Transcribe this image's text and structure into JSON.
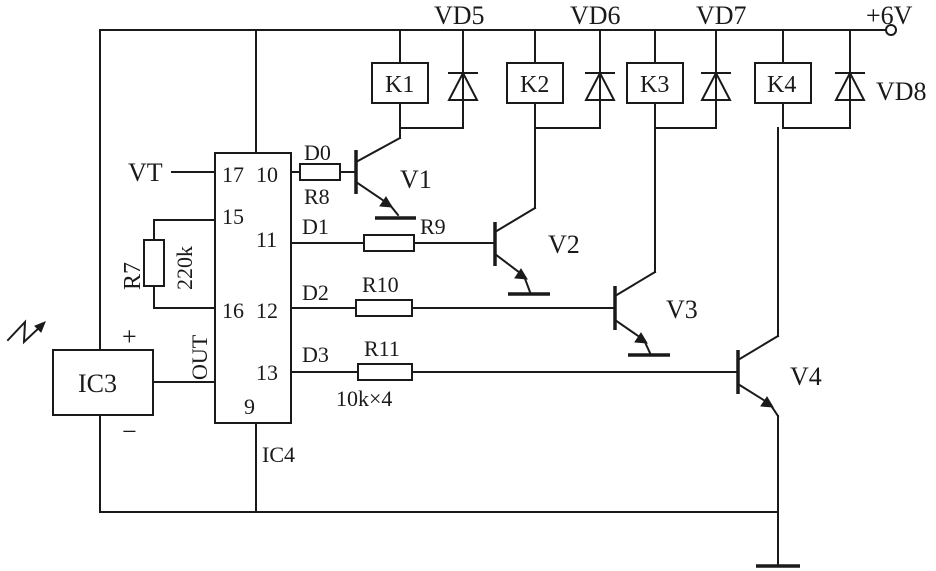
{
  "supply": "+6V",
  "diodes": [
    "VD5",
    "VD6",
    "VD7",
    "VD8"
  ],
  "relays": [
    "K1",
    "K2",
    "K3",
    "K4"
  ],
  "transistors": [
    "V1",
    "V2",
    "V3",
    "V4"
  ],
  "resistors": {
    "r7": "R7",
    "r7_value": "220k",
    "r8": "R8",
    "r9": "R9",
    "r10": "R10",
    "r11": "R11",
    "base_value": "10k×4"
  },
  "signals": [
    "D0",
    "D1",
    "D2",
    "D3"
  ],
  "ic3": {
    "label": "IC3",
    "plus": "+",
    "minus": "−"
  },
  "ic4": {
    "label": "IC4",
    "vt": "VT",
    "out": "OUT",
    "pins": {
      "p17": "17",
      "p10": "10",
      "p15": "15",
      "p11": "11",
      "p16": "16",
      "p12": "12",
      "p13": "13",
      "p9": "9"
    }
  }
}
